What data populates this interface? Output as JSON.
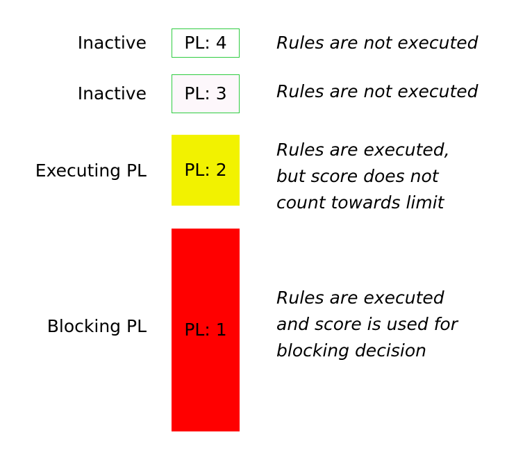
{
  "levels": [
    {
      "status": "Inactive",
      "box_label": "PL: 4",
      "description": [
        "Rules are not executed"
      ],
      "fill": "#ffffff",
      "border": "#2ecc40"
    },
    {
      "status": "Inactive",
      "box_label": "PL: 3",
      "description": [
        "Rules are not executed"
      ],
      "fill": "#fdf7fb",
      "border": "#2ecc40"
    },
    {
      "status": "Executing PL",
      "box_label": "PL: 2",
      "description": [
        "Rules are executed,",
        "but score does not",
        "count towards limit"
      ],
      "fill": "#f2f200",
      "border": "none"
    },
    {
      "status": "Blocking PL",
      "box_label": "PL: 1",
      "description": [
        "Rules are executed",
        "and score is used for",
        "blocking decision"
      ],
      "fill": "#ff0000",
      "border": "none"
    }
  ]
}
